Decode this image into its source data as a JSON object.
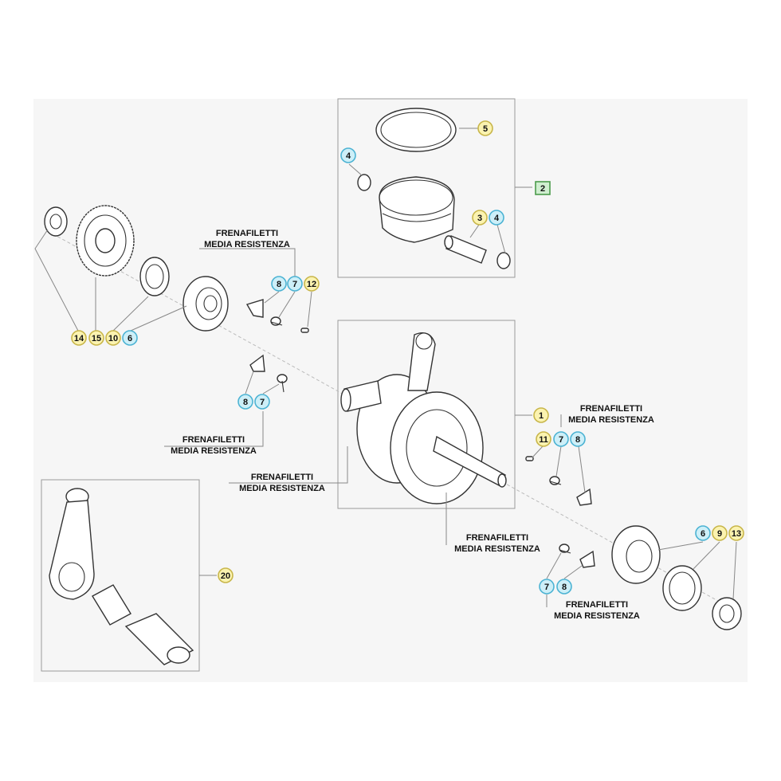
{
  "colors": {
    "balloon_yellow": "#fbf3b0",
    "balloon_cyan": "#cdeff8",
    "balloon_green": "#cfeecf",
    "balloon_stroke_yellow": "#c8b64a",
    "balloon_stroke_cyan": "#4cb3d3",
    "balloon_stroke_green": "#4b9b4b",
    "background_panel": "#f6f6f6"
  },
  "callouts": {
    "c1": {
      "line1": "FRENAFILETTI",
      "line2": "MEDIA RESISTENZA"
    },
    "c2": {
      "line1": "FRENAFILETTI",
      "line2": "MEDIA RESISTENZA"
    },
    "c3": {
      "line1": "FRENAFILETTI",
      "line2": "MEDIA RESISTENZA"
    },
    "c4": {
      "line1": "FRENAFILETTI",
      "line2": "MEDIA RESISTENZA"
    },
    "c5": {
      "line1": "FRENAFILETTI",
      "line2": "MEDIA RESISTENZA"
    },
    "c6": {
      "line1": "FRENAFILETTI",
      "line2": "MEDIA RESISTENZA"
    }
  },
  "balloons": [
    {
      "id": "b5",
      "num": "5",
      "style": "yellow"
    },
    {
      "id": "b4a",
      "num": "4",
      "style": "cyan"
    },
    {
      "id": "b2",
      "num": "2",
      "style": "green"
    },
    {
      "id": "b3",
      "num": "3",
      "style": "yellow"
    },
    {
      "id": "b4b",
      "num": "4",
      "style": "cyan"
    },
    {
      "id": "b8a",
      "num": "8",
      "style": "cyan"
    },
    {
      "id": "b7a",
      "num": "7",
      "style": "cyan"
    },
    {
      "id": "b12",
      "num": "12",
      "style": "yellow"
    },
    {
      "id": "b14",
      "num": "14",
      "style": "yellow"
    },
    {
      "id": "b15",
      "num": "15",
      "style": "yellow"
    },
    {
      "id": "b10",
      "num": "10",
      "style": "yellow"
    },
    {
      "id": "b6a",
      "num": "6",
      "style": "cyan"
    },
    {
      "id": "b8b",
      "num": "8",
      "style": "cyan"
    },
    {
      "id": "b7b",
      "num": "7",
      "style": "cyan"
    },
    {
      "id": "b1",
      "num": "1",
      "style": "yellow"
    },
    {
      "id": "b11",
      "num": "11",
      "style": "yellow"
    },
    {
      "id": "b7c",
      "num": "7",
      "style": "cyan"
    },
    {
      "id": "b8c",
      "num": "8",
      "style": "cyan"
    },
    {
      "id": "b6b",
      "num": "6",
      "style": "cyan"
    },
    {
      "id": "b9",
      "num": "9",
      "style": "yellow"
    },
    {
      "id": "b13",
      "num": "13",
      "style": "yellow"
    },
    {
      "id": "b20",
      "num": "20",
      "style": "yellow"
    },
    {
      "id": "b7d",
      "num": "7",
      "style": "cyan"
    },
    {
      "id": "b8d",
      "num": "8",
      "style": "cyan"
    }
  ]
}
